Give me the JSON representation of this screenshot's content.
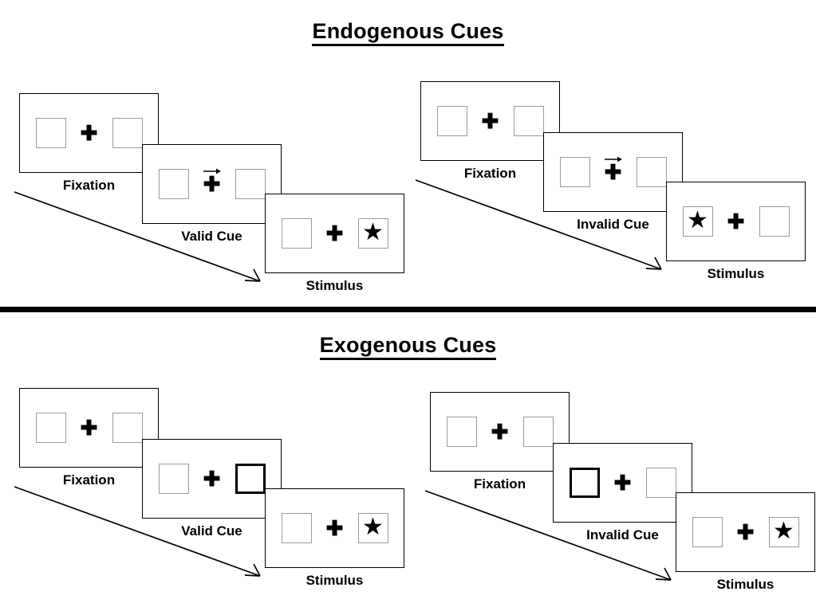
{
  "sections": [
    {
      "id": "endogenous",
      "title": "Endogenous Cues",
      "cue_type": "arrow",
      "groups": [
        {
          "id": "endo-valid",
          "validity": "valid",
          "stages": [
            {
              "label": "Fixation",
              "left_box": {
                "star": false,
                "highlighted": false
              },
              "right_box": {
                "star": false,
                "highlighted": false
              },
              "center": {
                "plus": "✚",
                "arrow": "none"
              }
            },
            {
              "label": "Valid Cue",
              "left_box": {
                "star": false,
                "highlighted": false
              },
              "right_box": {
                "star": false,
                "highlighted": false
              },
              "center": {
                "plus": "✚",
                "arrow": "right"
              }
            },
            {
              "label": "Stimulus",
              "left_box": {
                "star": false,
                "highlighted": false
              },
              "right_box": {
                "star": true,
                "highlighted": false
              },
              "center": {
                "plus": "✚",
                "arrow": "none"
              }
            }
          ]
        },
        {
          "id": "endo-invalid",
          "validity": "invalid",
          "stages": [
            {
              "label": "Fixation",
              "left_box": {
                "star": false,
                "highlighted": false
              },
              "right_box": {
                "star": false,
                "highlighted": false
              },
              "center": {
                "plus": "✚",
                "arrow": "none"
              }
            },
            {
              "label": "Invalid Cue",
              "left_box": {
                "star": false,
                "highlighted": false
              },
              "right_box": {
                "star": false,
                "highlighted": false
              },
              "center": {
                "plus": "✚",
                "arrow": "right"
              }
            },
            {
              "label": "Stimulus",
              "left_box": {
                "star": true,
                "highlighted": false
              },
              "right_box": {
                "star": false,
                "highlighted": false
              },
              "center": {
                "plus": "✚",
                "arrow": "none"
              }
            }
          ]
        }
      ]
    },
    {
      "id": "exogenous",
      "title": "Exogenous Cues",
      "cue_type": "box-highlight",
      "groups": [
        {
          "id": "exo-valid",
          "validity": "valid",
          "stages": [
            {
              "label": "Fixation",
              "left_box": {
                "star": false,
                "highlighted": false
              },
              "right_box": {
                "star": false,
                "highlighted": false
              },
              "center": {
                "plus": "✚",
                "arrow": "none"
              }
            },
            {
              "label": "Valid Cue",
              "left_box": {
                "star": false,
                "highlighted": false
              },
              "right_box": {
                "star": false,
                "highlighted": true
              },
              "center": {
                "plus": "✚",
                "arrow": "none"
              }
            },
            {
              "label": "Stimulus",
              "left_box": {
                "star": false,
                "highlighted": false
              },
              "right_box": {
                "star": true,
                "highlighted": false
              },
              "center": {
                "plus": "✚",
                "arrow": "none"
              }
            }
          ]
        },
        {
          "id": "exo-invalid",
          "validity": "invalid",
          "stages": [
            {
              "label": "Fixation",
              "left_box": {
                "star": false,
                "highlighted": false
              },
              "right_box": {
                "star": false,
                "highlighted": false
              },
              "center": {
                "plus": "✚",
                "arrow": "none"
              }
            },
            {
              "label": "Invalid Cue",
              "left_box": {
                "star": false,
                "highlighted": true
              },
              "right_box": {
                "star": false,
                "highlighted": false
              },
              "center": {
                "plus": "✚",
                "arrow": "none"
              }
            },
            {
              "label": "Stimulus",
              "left_box": {
                "star": false,
                "highlighted": false
              },
              "right_box": {
                "star": true,
                "highlighted": false
              },
              "center": {
                "plus": "✚",
                "arrow": "none"
              }
            }
          ]
        }
      ]
    }
  ],
  "glyphs": {
    "star": "★",
    "plus": "✚"
  },
  "colors": {
    "stroke": "#000000",
    "box_border": "#9a9a9a",
    "background": "#ffffff",
    "divider": "#000000"
  },
  "time_arrow": {
    "direction": "down-right",
    "meaning": "time"
  }
}
